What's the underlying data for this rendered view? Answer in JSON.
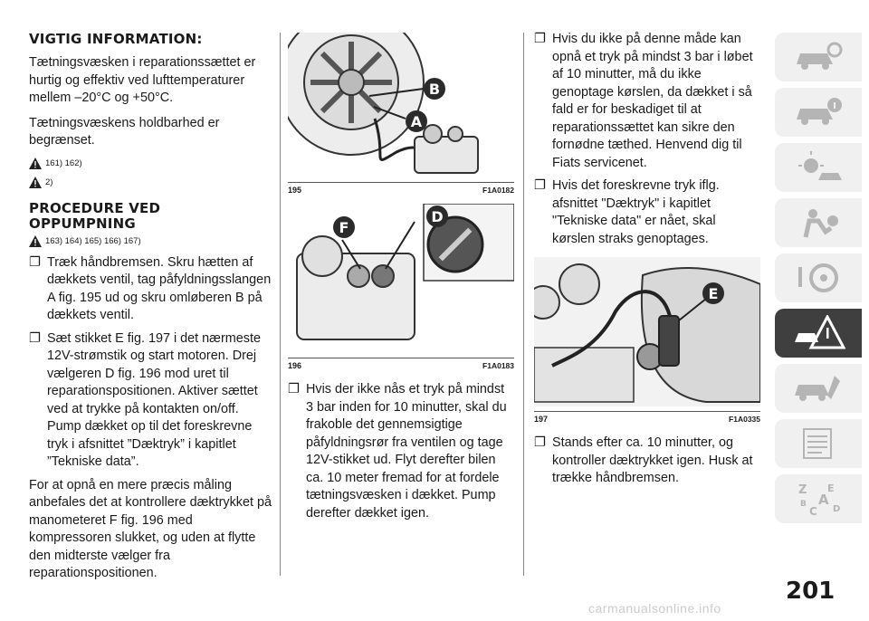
{
  "col1": {
    "heading1": "VIGTIG INFORMATION:",
    "para1": "Tætningsvæsken i reparationssættet er hurtig og effektiv ved lufttemperaturer mellem –20°C og +50°C.",
    "para2": "Tætningsvæskens holdbarhed er begrænset.",
    "warn1": "161) 162)",
    "warn2": "2)",
    "heading2_line1": "PROCEDURE VED",
    "heading2_line2": "OPPUMPNING",
    "warn3": "163) 164) 165) 166) 167)",
    "bullets": [
      "Træk håndbremsen. Skru hætten af dækkets ventil, tag påfyldningsslangen A fig. 195 ud og skru omløberen B på dækkets ventil.",
      "Sæt stikket E fig. 197 i det nærmeste 12V-strømstik og start motoren. Drej vælgeren D fig. 196 mod uret til reparationspositionen. Aktiver sættet ved at trykke på kontakten on/off. Pump dækket op til det foreskrevne tryk i afsnittet ”Dæktryk” i kapitlet ”Tekniske data”."
    ],
    "para3": "For at opnå en mere præcis måling anbefales det at kontrollere dæktrykket på manometeret F fig. 196 med kompressoren slukket, og uden at flytte den midterste vælger fra reparationspositionen."
  },
  "fig195": {
    "num": "195",
    "code": "F1A0182",
    "labels": [
      "B",
      "A"
    ]
  },
  "fig196": {
    "num": "196",
    "code": "F1A0183",
    "labels": [
      "F",
      "D"
    ]
  },
  "fig197": {
    "num": "197",
    "code": "F1A0335",
    "labels": [
      "E"
    ]
  },
  "col2": {
    "bullets": [
      "Hvis der ikke nås et tryk på mindst 3 bar inden for 10 minutter, skal du frakoble det gennemsigtige påfyldningsrør fra ventilen og tage 12V-stikket ud. Flyt derefter bilen ca. 10 meter fremad for at fordele tætningsvæsken i dækket. Pump derefter dækket igen."
    ]
  },
  "col3": {
    "bullets": [
      "Hvis du ikke på denne måde kan opnå et tryk på mindst 3 bar i løbet af 10 minutter, må du ikke genoptage kørslen, da dækket i så fald er for beskadiget til at reparationssættet kan sikre den fornødne tæthed. Henvend dig til Fiats servicenet.",
      "Hvis det foreskrevne tryk iflg. afsnittet \"Dæktryk\" i kapitlet \"Tekniske data\" er nået, skal kørslen straks genoptages."
    ],
    "bullets_after": [
      "Stands efter ca. 10 minutter, og kontroller dæktrykket igen. Husk at trække håndbremsen."
    ]
  },
  "bullet_mark": "❐",
  "sidebar": {
    "tabs": [
      "car-search-icon",
      "car-info-icon",
      "dashboard-lights-icon",
      "airbag-person-icon",
      "steering-wheel-icon",
      "warning-triangle-car-icon",
      "car-service-icon",
      "spec-list-icon",
      "alphabet-index-icon"
    ],
    "active_index": 5
  },
  "page_number": "201",
  "watermark": "carmanualsonline.info",
  "colors": {
    "callout": "#2b2b2b",
    "tab_bg": "#f0f0f0",
    "tab_active": "#3f3f3f",
    "icon": "#b5b5b5"
  }
}
